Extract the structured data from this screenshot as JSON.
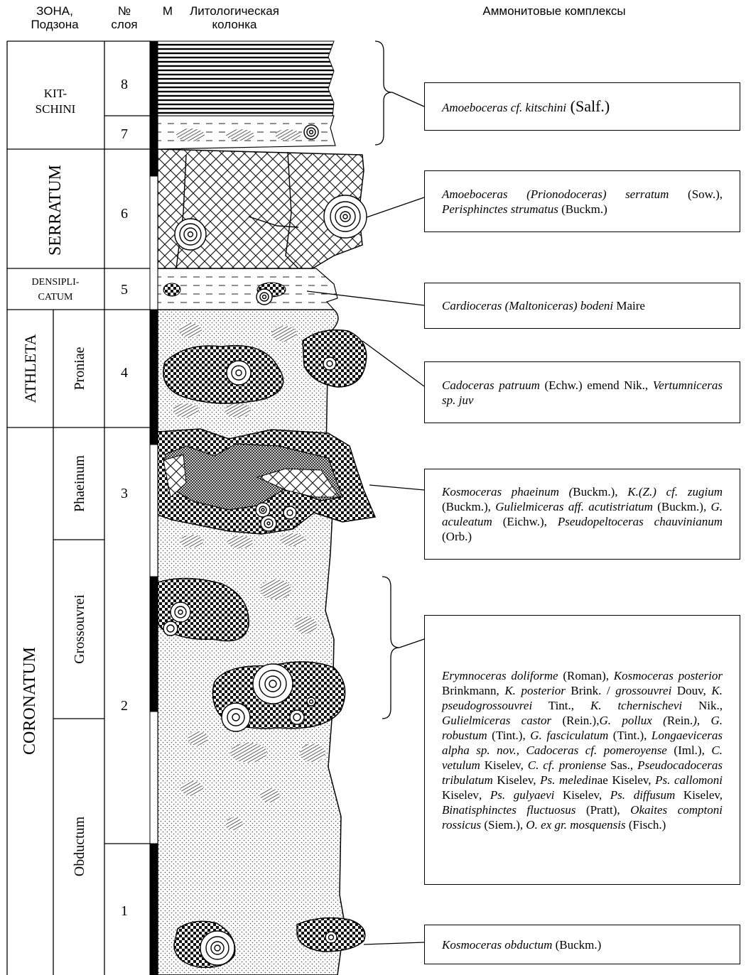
{
  "headers": {
    "zone_line1": "ЗОНА,",
    "zone_line2": "Подзона",
    "num_line1": "№",
    "num_line2": "слоя",
    "m": "М",
    "lith_line1": "Литологическая",
    "lith_line2": "колонка",
    "amm": "Аммонитовые комплексы"
  },
  "zones": {
    "kitschini_1": "KIT-",
    "kitschini_2": "SCHINI",
    "serratum": "SERRATUM",
    "densiplicatum_1": "DENSIPLI-",
    "densiplicatum_2": "CATUM",
    "athleta": "ATHLETA",
    "coronatum": "CORONATUM"
  },
  "subzones": {
    "proniae": "Proniae",
    "phaeinum": "Phaeinum",
    "grossouvrei": "Grossouvrei",
    "obductum": "Obductum"
  },
  "layers": [
    "8",
    "7",
    "6",
    "5",
    "4",
    "3",
    "2",
    "1"
  ],
  "complexes": {
    "c1": [
      {
        "t": "Amoeboceras cf. kitschini",
        "i": true
      },
      {
        "t": " (Salf.)",
        "i": false
      }
    ],
    "c2": [
      {
        "t": "Amoeboceras (Prionodoceras) serratum",
        "i": true
      },
      {
        "t": " (Sow.), ",
        "i": false
      },
      {
        "t": "Perisphinctes strumatus",
        "i": true
      },
      {
        "t": " (Buckm.)",
        "i": false
      }
    ],
    "c3": [
      {
        "t": "Cardioceras (Maltoniceras) bodeni",
        "i": true
      },
      {
        "t": " Maire",
        "i": false
      }
    ],
    "c4": [
      {
        "t": "Cadoceras patruum",
        "i": true
      },
      {
        "t": " (Echw.) emend Nik., ",
        "i": false
      },
      {
        "t": "Vertumniceras sp. juv",
        "i": true
      }
    ],
    "c5": [
      {
        "t": "Kosmoceras phaeinum (",
        "i": true
      },
      {
        "t": "Buckm.), ",
        "i": false
      },
      {
        "t": "K.(Z.) cf. zugium",
        "i": true
      },
      {
        "t": " (Buckm.), ",
        "i": false
      },
      {
        "t": "Gulielmiceras aff. acutistriatum",
        "i": true
      },
      {
        "t": " (Buckm.)",
        "i": false
      },
      {
        "t": ", G. aculeatum",
        "i": true
      },
      {
        "t": " (Eichw.), ",
        "i": false
      },
      {
        "t": "Pseudopeltoceras chauvinianum",
        "i": true
      },
      {
        "t": " (Orb.)",
        "i": false
      }
    ],
    "c6": [
      {
        "t": "Erymnoceras doliforme",
        "i": true
      },
      {
        "t": " (Roman), ",
        "i": false
      },
      {
        "t": "Kosmoceras posterior",
        "i": true
      },
      {
        "t": " Brinkmann, ",
        "i": false
      },
      {
        "t": "K. posterior",
        "i": true
      },
      {
        "t": " Brink. / ",
        "i": false
      },
      {
        "t": "grossouvrei",
        "i": true
      },
      {
        "t": " Douv, ",
        "i": false
      },
      {
        "t": "K. pseudogrossouvrei",
        "i": true
      },
      {
        "t": " Tint., ",
        "i": false
      },
      {
        "t": "K. tchernischevi",
        "i": true
      },
      {
        "t": " Nik., ",
        "i": false
      },
      {
        "t": "Gulielmiceras castor",
        "i": true
      },
      {
        "t": " (Rein.),",
        "i": false
      },
      {
        "t": "G. pollux (",
        "i": true
      },
      {
        "t": "Rein.",
        "i": false
      },
      {
        "t": "), G. robustum",
        "i": true
      },
      {
        "t": " (Tint.), ",
        "i": false
      },
      {
        "t": "G. fasciculatum",
        "i": true
      },
      {
        "t": " (Tint.), ",
        "i": false
      },
      {
        "t": "Longaeviceras alpha sp. nov., Cadoceras cf. pomeroyense",
        "i": true
      },
      {
        "t": " (Iml.), ",
        "i": false
      },
      {
        "t": "C. vetulum",
        "i": true
      },
      {
        "t": " Kiselev, ",
        "i": false
      },
      {
        "t": "C. cf. proniense",
        "i": true
      },
      {
        "t": " Sas., ",
        "i": false
      },
      {
        "t": "Pseudocadoceras tribulatum",
        "i": true
      },
      {
        "t": " Kiselev, ",
        "i": false
      },
      {
        "t": "Ps. meledin",
        "i": true
      },
      {
        "t": "ae Kiselev, ",
        "i": false
      },
      {
        "t": "Ps. callomoni",
        "i": true
      },
      {
        "t": " Kiselev",
        "i": false
      },
      {
        "t": ", Ps. gulyaevi",
        "i": true
      },
      {
        "t": " Kiselev, ",
        "i": false
      },
      {
        "t": "Ps. diffusum",
        "i": true
      },
      {
        "t": " Kiselev, ",
        "i": false
      },
      {
        "t": "Binatisphinctes fluctuosus",
        "i": true
      },
      {
        "t": " (Pratt), ",
        "i": false
      },
      {
        "t": "Okaites comptoni rossicus",
        "i": true
      },
      {
        "t": " (Siem.), ",
        "i": false
      },
      {
        "t": "O. ex gr. mosquensis",
        "i": true
      },
      {
        "t": " (Fisch.)",
        "i": false
      }
    ],
    "c7": [
      {
        "t": "Kosmoceras obductum",
        "i": true
      },
      {
        "t": " (Buckm.)",
        "i": false
      }
    ]
  }
}
